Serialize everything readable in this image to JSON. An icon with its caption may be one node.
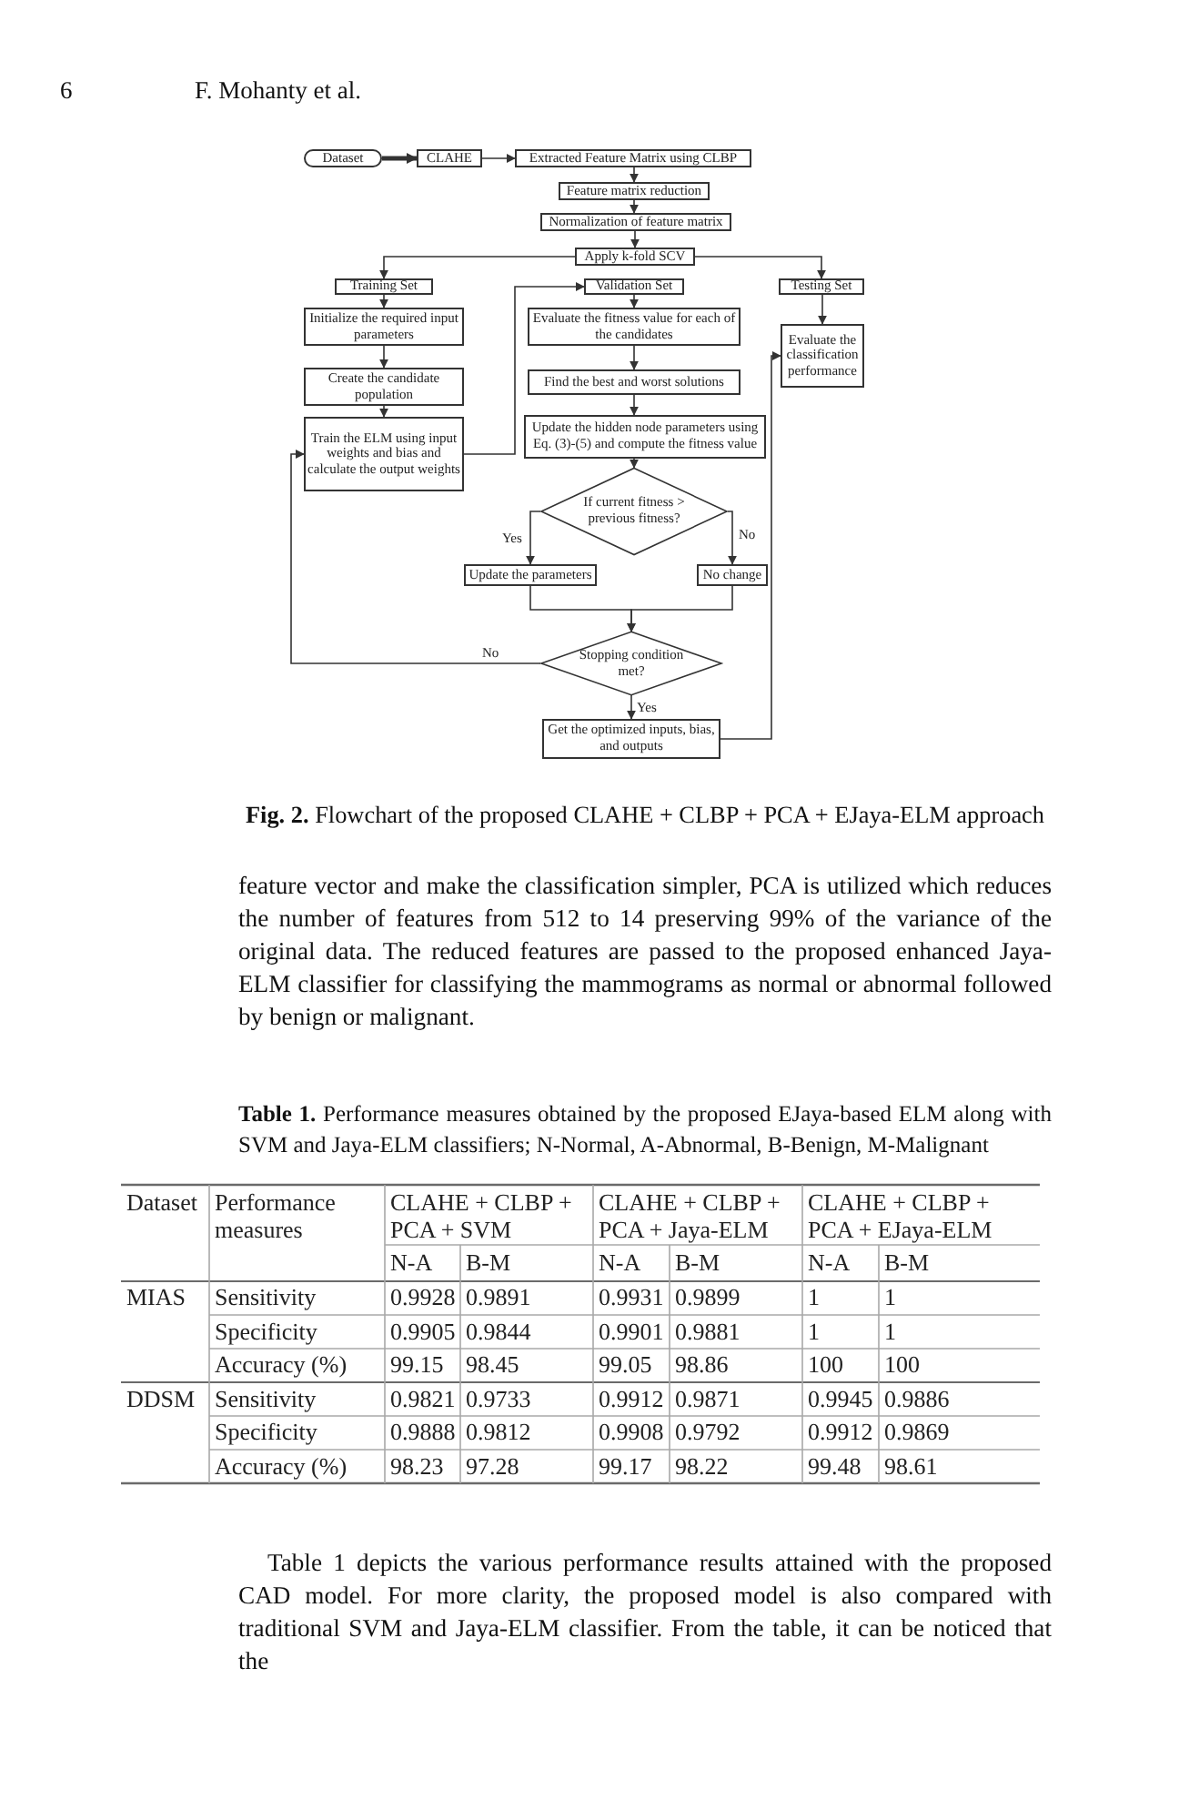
{
  "diagram": {
    "caption": "**Fig. 2.** Flowchart of the proposed CLAHE + CLBP + PCA + EJaya-ELM approach",
    "nodes": [
      {
        "text": [
          "Dataset"
        ]
      },
      {
        "text": [
          "CLAHE"
        ]
      },
      {
        "text": [
          "Extracted Feature Matrix using CLBP"
        ]
      },
      {
        "text": [
          "Feature matrix reduction"
        ]
      },
      {
        "text": [
          "Normalization of feature matrix"
        ]
      },
      {
        "text": [
          "Apply k-fold SCV"
        ]
      },
      {
        "text": [
          "Training Set"
        ]
      },
      {
        "text": [
          "Validation Set"
        ]
      },
      {
        "text": [
          "Testing Set"
        ]
      },
      {
        "text": [
          "Initialize the required input parameters"
        ]
      },
      {
        "text": [
          "Evaluate the fitness value for each of the candidates"
        ]
      },
      {
        "text": [
          "Evaluate the classification performance"
        ]
      },
      {
        "text": [
          "Create the candidate population"
        ]
      },
      {
        "text": [
          "Find the best and worst solutions"
        ]
      },
      {
        "text": [
          "Train the ELM using input weights and bias and calculate the output weights"
        ]
      },
      {
        "text": [
          "Update the hidden node parameters using Eq. (3)-(5) and compute the fitness value"
        ]
      },
      {
        "text": [
          "If current fitness > previous fitness?"
        ]
      },
      {
        "text": [
          "Update the parameters"
        ]
      },
      {
        "text": [
          "No change"
        ]
      },
      {
        "text": [
          "Stopping condition met?"
        ]
      },
      {
        "text": [
          "Get the optimized inputs, bias, and outputs"
        ]
      }
    ],
    "edges": [
      {
        "from": 0,
        "to": 1,
        "arrow": "to",
        "style": "thick"
      },
      {
        "from": 1,
        "to": 2,
        "arrow": "to"
      },
      {
        "from": 2,
        "to": 3,
        "arrow": "to"
      },
      {
        "from": 3,
        "to": 4,
        "arrow": "to"
      },
      {
        "from": 4,
        "to": 5,
        "arrow": "to"
      },
      {
        "from": 5,
        "to": 6,
        "arrow": "to"
      },
      {
        "from": 5,
        "to": 8,
        "arrow": "to"
      },
      {
        "from": 6,
        "to": 9,
        "arrow": "to"
      },
      {
        "from": 7,
        "to": 10,
        "arrow": "to"
      },
      {
        "from": 8,
        "to": 11,
        "arrow": "to"
      },
      {
        "from": 9,
        "to": 12,
        "arrow": "to"
      },
      {
        "from": 10,
        "to": 13,
        "arrow": "to"
      },
      {
        "from": 12,
        "to": 14,
        "arrow": "to"
      },
      {
        "from": 13,
        "to": 15,
        "arrow": "to"
      },
      {
        "from": 14,
        "to": 7,
        "arrow": "to"
      },
      {
        "from": 15,
        "to": 16,
        "arrow": "to"
      },
      {
        "from": 16,
        "to": 17,
        "arrow": "to",
        "label": "Yes"
      },
      {
        "from": 16,
        "to": 18,
        "arrow": "to",
        "label": "No"
      },
      {
        "from": 17,
        "to": 19,
        "arrow": "to"
      },
      {
        "from": 18,
        "to": 19,
        "arrow": "to"
      },
      {
        "from": 19,
        "to": 14,
        "arrow": "to",
        "label": "No"
      },
      {
        "from": 19,
        "to": 20,
        "arrow": "to",
        "label": "Yes"
      },
      {
        "from": 20,
        "to": 11,
        "arrow": "to"
      }
    ],
    "labels": [
      "6",
      "F. Mohanty et al.",
      "feature vector and make the classification simpler, PCA is utilized which reduces the number of features from 512 to 14 preserving 99% of the variance of the original data. The reduced features are passed to the proposed enhanced Jaya-ELM classifier for classifying the mammograms as normal or abnormal followed by benign or malignant.",
      "**Table 1.** Performance measures obtained by the proposed EJaya-based ELM along with SVM and Jaya-ELM classifiers; N-Normal, A-Abnormal, B-Benign, M-Malignant",
      "Dataset",
      "Performance measures",
      "CLAHE + CLBP + PCA + SVM",
      "CLAHE + CLBP + PCA + Jaya-ELM",
      "CLAHE + CLBP + PCA + EJaya-ELM",
      "N-A",
      "B-M",
      "N-A",
      "B-M",
      "N-A",
      "B-M",
      "MIAS",
      "Sensitivity",
      "0.9928",
      "0.9891",
      "0.9931",
      "0.9899",
      "1",
      "1",
      "Specificity",
      "0.9905",
      "0.9844",
      "0.9901",
      "0.9881",
      "1",
      "1",
      "Accuracy (%)",
      "99.15",
      "98.45",
      "99.05",
      "98.86",
      "100",
      "100",
      "DDSM",
      "Sensitivity",
      "0.9821",
      "0.9733",
      "0.9912",
      "0.9871",
      "0.9945",
      "0.9886",
      "Specificity",
      "0.9888",
      "0.9812",
      "0.9908",
      "0.9792",
      "0.9912",
      "0.9869",
      "Accuracy (%)",
      "98.23",
      "97.28",
      "99.17",
      "98.22",
      "99.48",
      "98.61",
      "Table 1 depicts the various performance results attained with the proposed CAD model. For more clarity, the proposed model is also compared with traditional SVM and Jaya-ELM classifier. From the table, it can be noticed that the"
    ]
  }
}
